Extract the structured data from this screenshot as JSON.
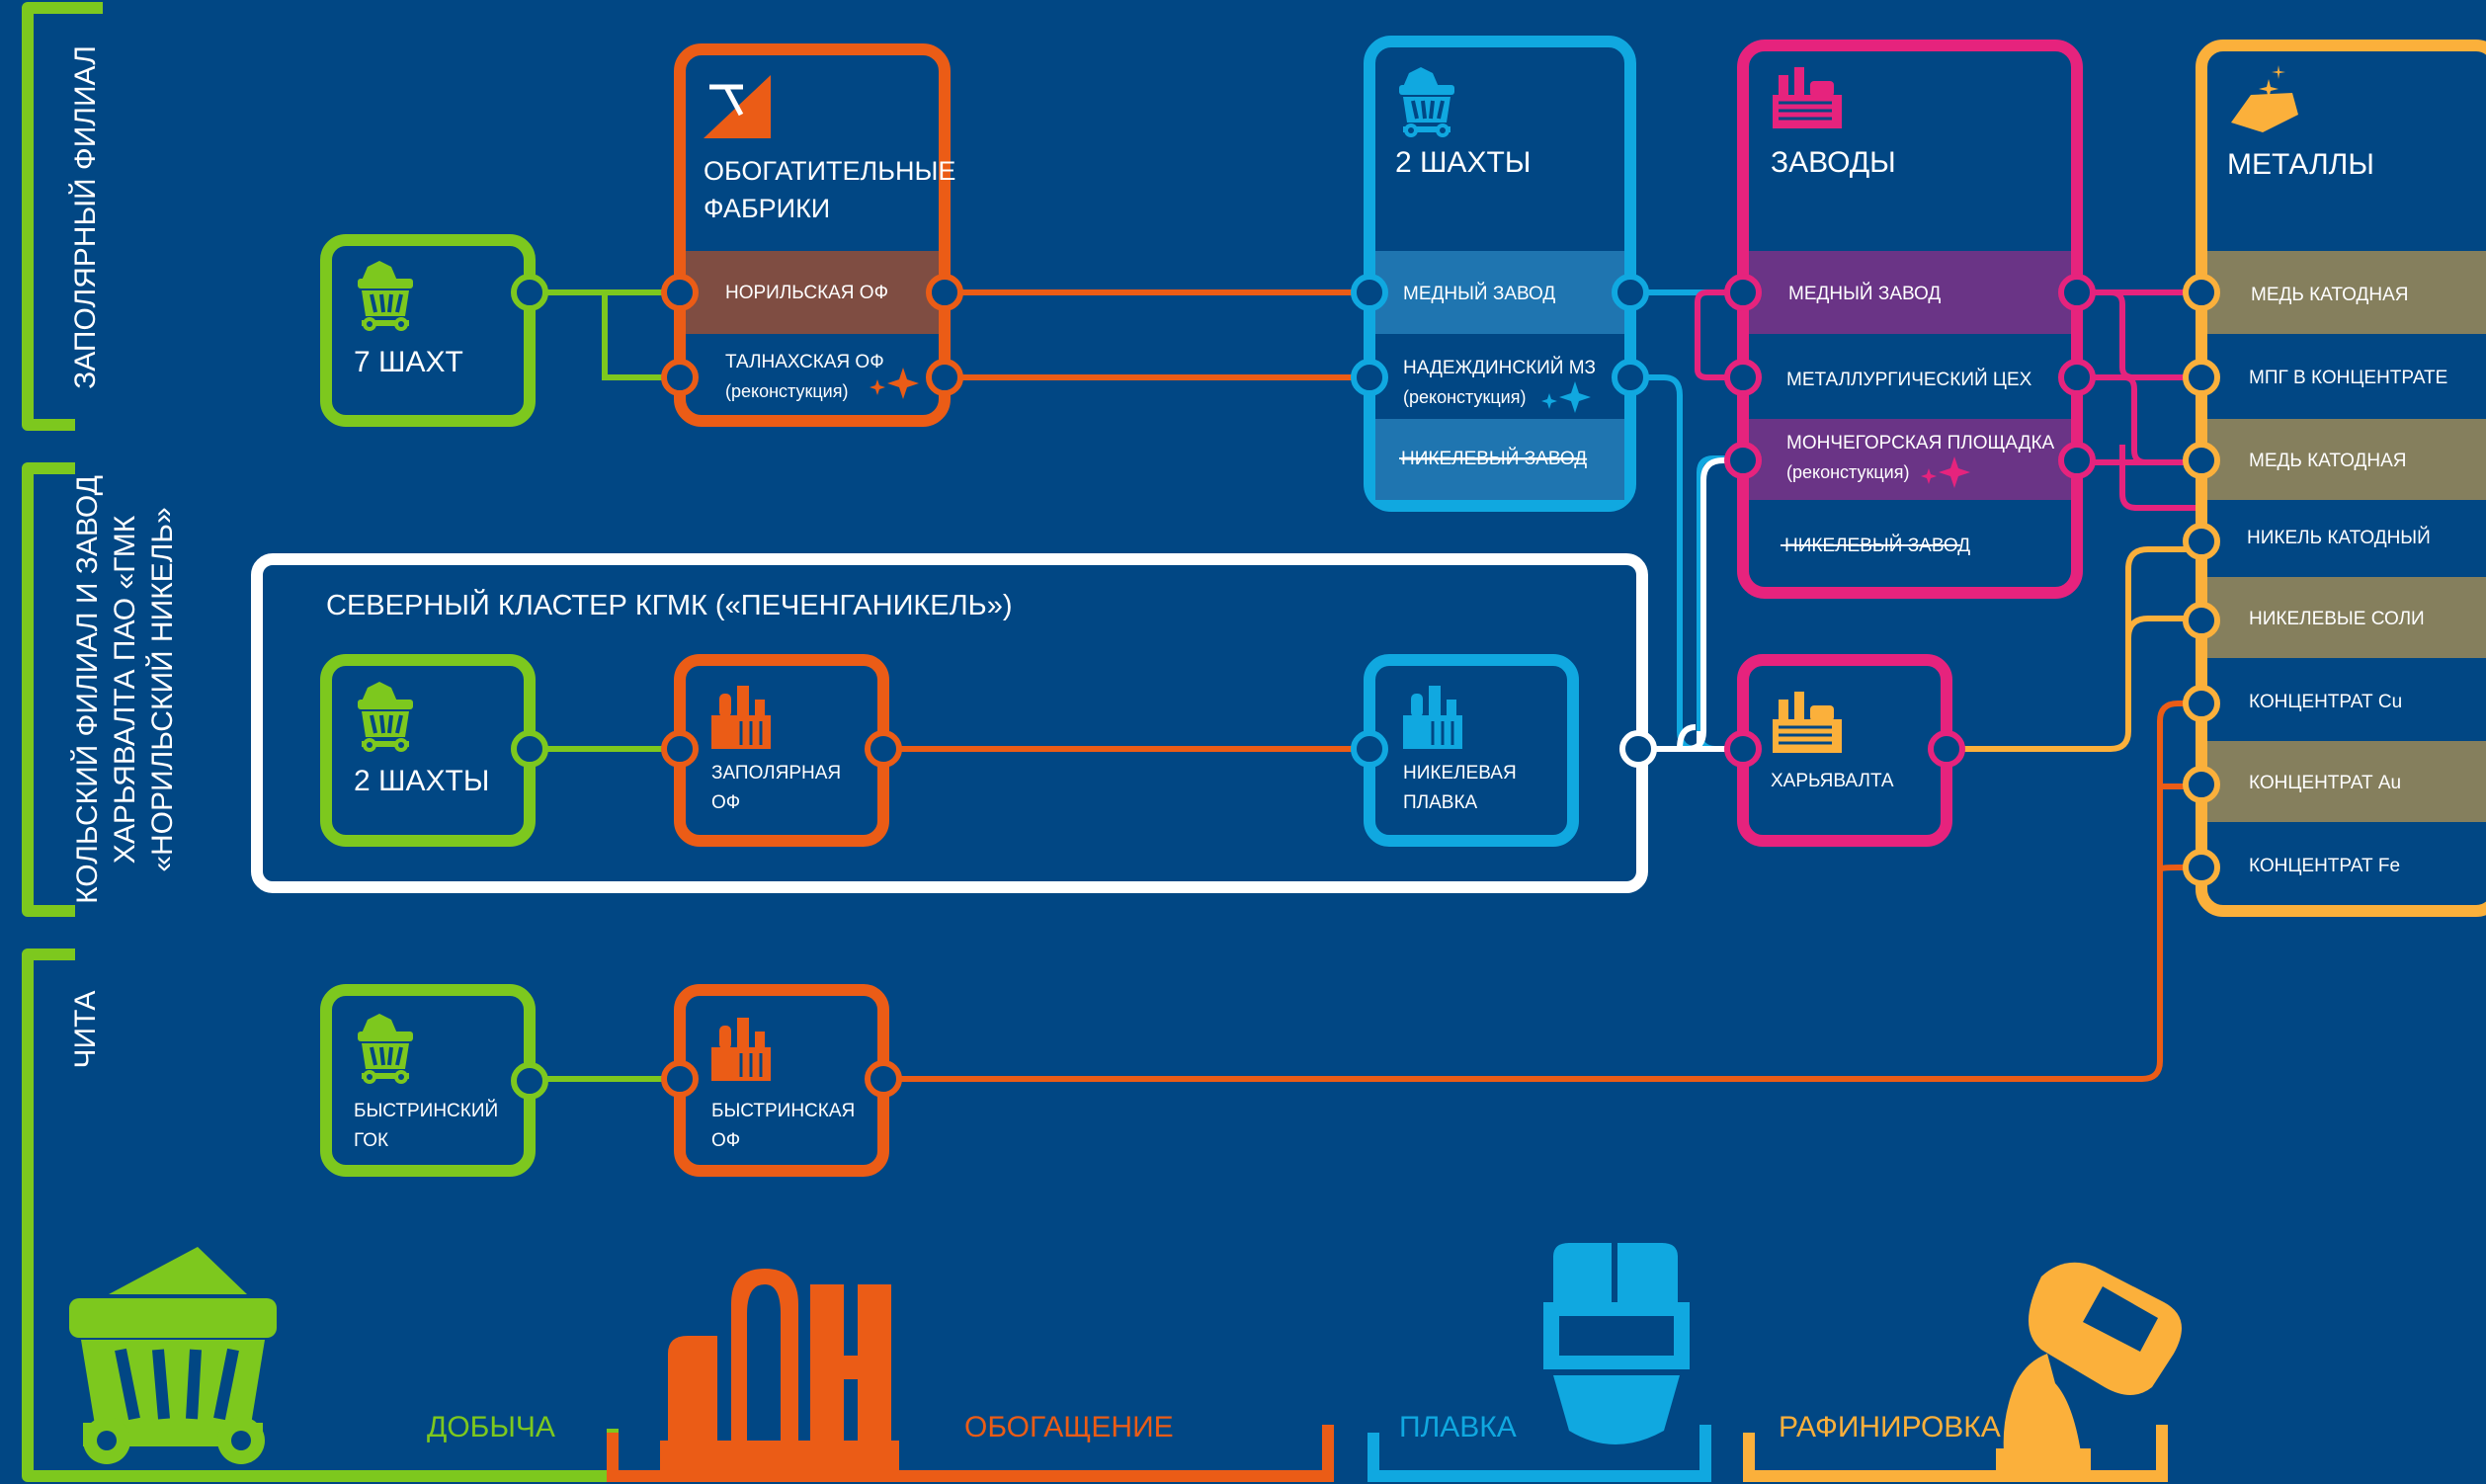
{
  "colors": {
    "background": "#014784",
    "green": "#7dc81e",
    "orange": "#eb5c16",
    "blue": "#10a8e0",
    "pink": "#e6237d",
    "yellow": "#fbb03b",
    "white": "#ffffff",
    "brown_row": "#7f4d42",
    "blue_row": "#1f75b0",
    "purple_row": "#6a3486",
    "olive_row": "#857f5d"
  },
  "regions": {
    "zapolyarny": "ЗАПОЛЯРНЫЙ ФИЛИАЛ",
    "kola_line1": "КОЛЬСКИЙ ФИЛИАЛ И ЗАВОД",
    "kola_line2": "ХАРЬЯВАЛТА ПАО «ГМК",
    "kola_line3": "«НОРИЛЬСКИЙ НИКЕЛЬ»",
    "chita": "ЧИТА"
  },
  "mines": {
    "seven": "7 ШАХТ",
    "two": "2 ШАХТЫ",
    "bystrinsky_line1": "БЫСТРИНСКИЙ",
    "bystrinsky_line2": "ГОК"
  },
  "plants": {
    "title_line1": "ОБОГАТИТЕЛЬНЫЕ",
    "title_line2": "ФАБРИКИ",
    "norilsk": "НОРИЛЬСКАЯ ОФ",
    "talnakh": "ТАЛНАХСКАЯ ОФ",
    "talnakh_note": "(реконстукция)"
  },
  "cluster": {
    "title": "СЕВЕРНЫЙ КЛАСТЕР КГМК («ПЕЧЕНГАНИКЕЛЬ»)",
    "zapolyarnaya_line1": "ЗАПОЛЯРНАЯ",
    "zapolyarnaya_line2": "ОФ",
    "nickel_smelt_line1": "НИКЕЛЕВАЯ",
    "nickel_smelt_line2": "ПЛАВКА"
  },
  "bystrinskaya": {
    "line1": "БЫСТРИНСКАЯ",
    "line2": "ОФ"
  },
  "smelters": {
    "title": "2 ШАХТЫ",
    "copper": "МЕДНЫЙ ЗАВОД",
    "nadezhda": "НАДЕЖДИНСКИЙ МЗ",
    "nadezhda_note": "(реконстукция)",
    "nickel_closed": "НИКЕЛЕВЫЙ ЗАВОД"
  },
  "refineries": {
    "title": "ЗАВОДЫ",
    "copper": "МЕДНЫЙ ЗАВОД",
    "metallurgical": "МЕТАЛЛУРГИЧЕСКИЙ ЦЕХ",
    "monchegorsk": "МОНЧЕГОРСКАЯ ПЛОЩАДКА",
    "monchegorsk_note": "(реконстукция)",
    "nickel_closed": "НИКЕЛЕВЫЙ ЗАВОД",
    "kharyavalta": "ХАРЬЯВАЛТА"
  },
  "metals": {
    "title": "МЕТАЛЛЫ",
    "items": [
      "МЕДЬ КАТОДНАЯ",
      "МПГ В КОНЦЕНТРАТЕ",
      "МЕДЬ КАТОДНАЯ",
      "НИКЕЛЬ КАТОДНЫЙ",
      "НИКЕЛЕВЫЕ СОЛИ",
      "КОНЦЕНТРАТ Cu",
      "КОНЦЕНТРАТ Au",
      "КОНЦЕНТРАТ Fe"
    ]
  },
  "stages": {
    "mining": "ДОБЫЧА",
    "processing": "ОБОГАЩЕНИЕ",
    "smelting": "ПЛАВКА",
    "refining": "РАФИНИРОВКА"
  },
  "icons": [
    "mine-cart-icon",
    "pickaxe-icon",
    "factory-icon",
    "gold-bars-icon",
    "sparkle-icon",
    "ladle-icon",
    "furnace-icon"
  ]
}
